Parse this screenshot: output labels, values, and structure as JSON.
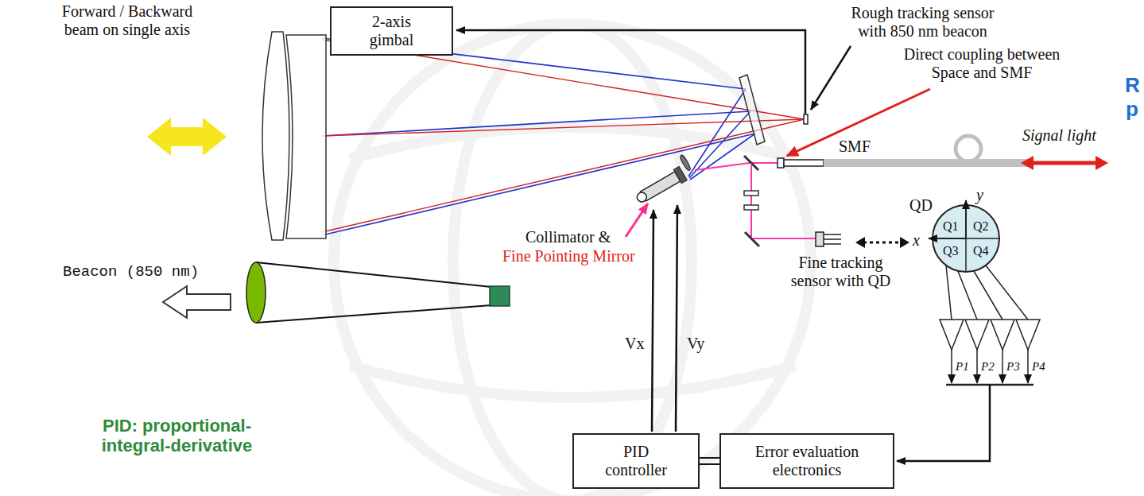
{
  "diagram": {
    "nodes": [
      {
        "text": [
          "2-axis gimbal"
        ]
      },
      {
        "text": [
          "PID controller"
        ]
      },
      {
        "text": [
          "Error evaluation electronics"
        ]
      }
    ],
    "edges": [
      {
        "from": 1,
        "to": 2,
        "arrow": "none"
      }
    ],
    "labels": [
      "Forward / Backward beam on single axis",
      "Rough tracking sensor with 850 nm beacon",
      "Direct coupling between Space and SMF",
      "SMF",
      "Signal light",
      "Collimator &",
      "Fine Pointing Mirror",
      "Beacon (850 nm)",
      "QD",
      "y",
      "x",
      "Q1",
      "Q2",
      "Q3",
      "Q4",
      "Fine tracking sensor with QD",
      "Vx",
      "Vy",
      "P1",
      "P2",
      "P3",
      "P4",
      "PID: proportional-integral-derivative",
      "R",
      "p"
    ]
  }
}
